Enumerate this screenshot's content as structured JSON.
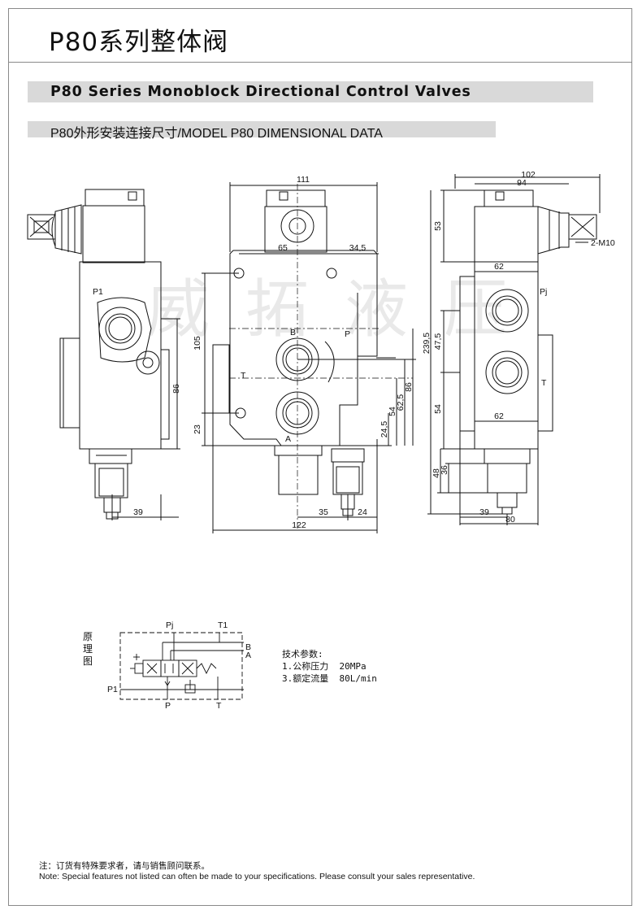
{
  "title": "P80系列整体阀",
  "subtitle_en": "P80 Series Monoblock Directional Control Valves",
  "section_heading": "P80外形安装连接尺寸/MODEL P80 DIMENSIONAL DATA",
  "watermark": "威拓液压",
  "dimensions": {
    "d111": "111",
    "d65": "65",
    "d34_5": "34,5",
    "d105": "105",
    "d23": "23",
    "d24_5": "24,5",
    "d54_mid": "54",
    "d62_5": "62,5",
    "d86_mid": "86",
    "d35": "35",
    "d24": "24",
    "d122": "122",
    "d86_left": "86",
    "d39_left": "39",
    "d102": "102",
    "d94": "94",
    "d53": "53",
    "d2m10": "2-M10",
    "d62_top": "62",
    "d239_5": "239,5",
    "d47_5": "47,5",
    "d54_right": "54",
    "d62_bot": "62",
    "d48": "48",
    "d36": "36",
    "d39_right": "39",
    "d80": "80"
  },
  "port_labels": {
    "p1": "P1",
    "b": "B",
    "p": "P",
    "t": "T",
    "a": "A",
    "pj": "Pj",
    "t_right": "T"
  },
  "schematic": {
    "label": "原理图",
    "pj": "Pj",
    "t1": "T1",
    "b": "B",
    "a": "A",
    "p1": "P1",
    "p": "P",
    "t": "T"
  },
  "specs": {
    "heading": "技术参数:",
    "line1": "1.公称压力  20MPa",
    "line2": "3.额定流量  80L/min"
  },
  "note": {
    "cn": "注：订货有特殊要求者，请与销售顾问联系。",
    "en": "Note: Special features not listed can often be made to your specifications. Please consult your sales representative."
  }
}
